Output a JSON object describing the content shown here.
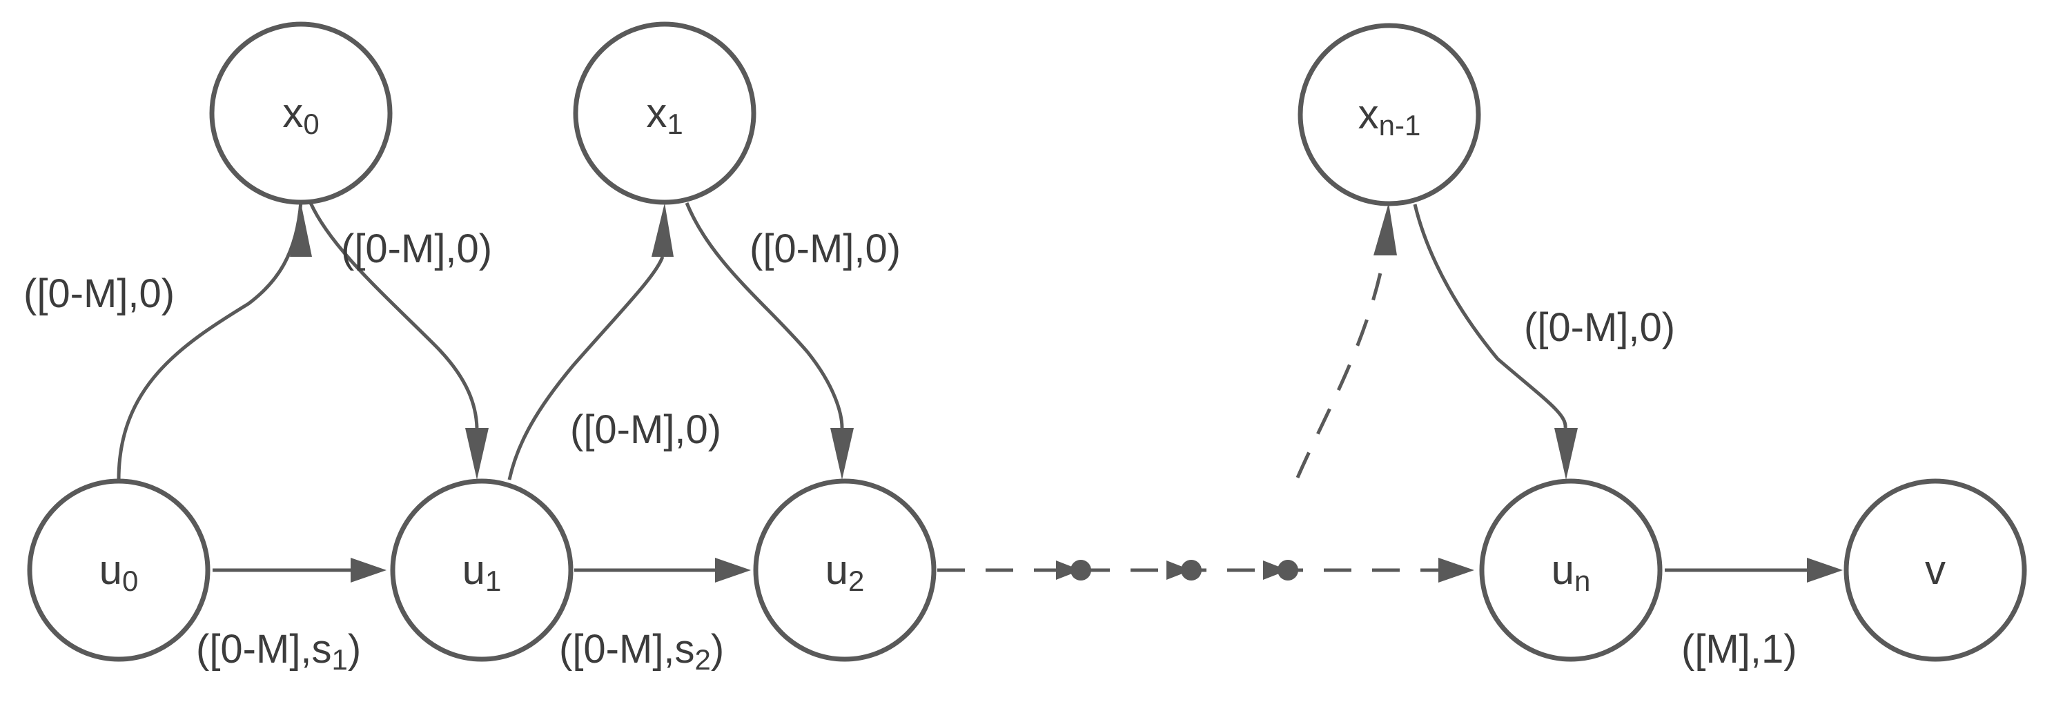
{
  "nodes": {
    "x0": {
      "base": "x",
      "sub": "0"
    },
    "x1": {
      "base": "x",
      "sub": "1"
    },
    "xn1": {
      "base": "x",
      "sub": "n-1"
    },
    "u0": {
      "base": "u",
      "sub": "0"
    },
    "u1": {
      "base": "u",
      "sub": "1"
    },
    "u2": {
      "base": "u",
      "sub": "2"
    },
    "un": {
      "base": "u",
      "sub": "n"
    },
    "v": {
      "base": "v",
      "sub": ""
    }
  },
  "edge_labels": {
    "u0_x0": "([0-M],0)",
    "x0_u1": "([0-M],0)",
    "u1_x1": "([0-M],0)",
    "x1_u2": "([0-M],0)",
    "xn1_un": "([0-M],0)",
    "u0_u1": {
      "prefix": "([0-M],s",
      "sub": "1",
      "suffix": ")"
    },
    "u1_u2": {
      "prefix": "([0-M],s",
      "sub": "2",
      "suffix": ")"
    },
    "un_v": "([M],1)"
  },
  "colors": {
    "stroke": "#595959",
    "text": "#3c3c3c",
    "background": "#ffffff"
  }
}
